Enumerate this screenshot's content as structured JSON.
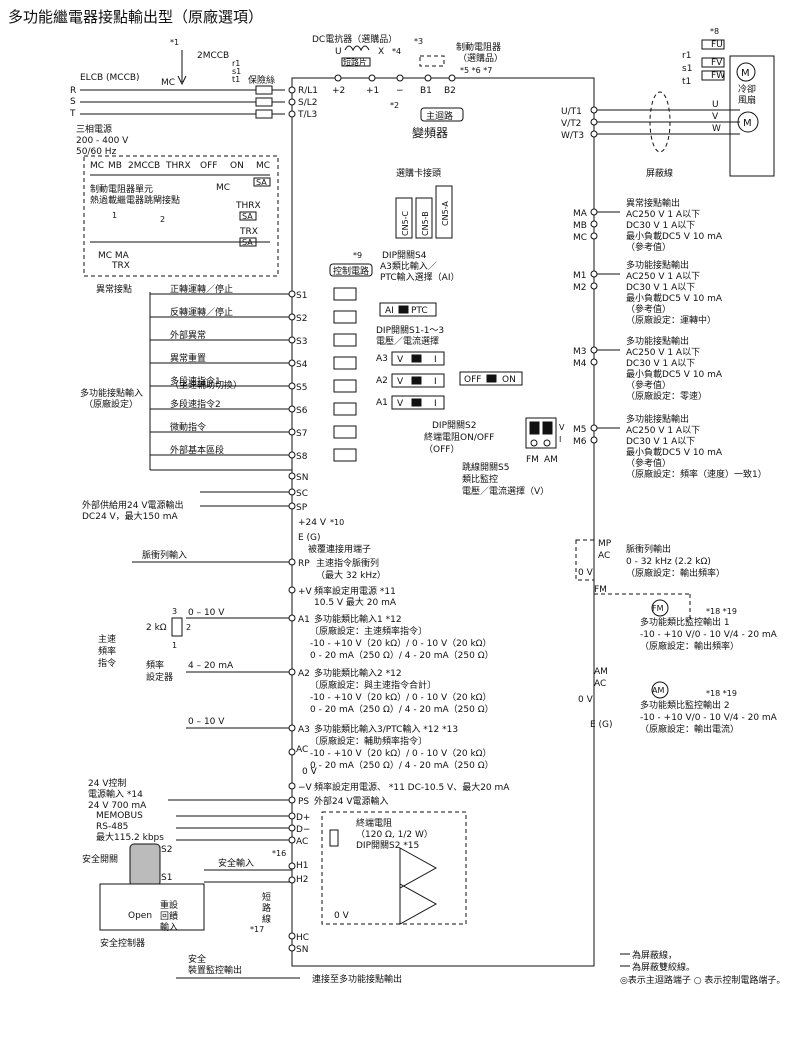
{
  "title": "多功能繼電器接點輸出型（原廠選項）",
  "top": {
    "note_1": "*1",
    "mccb2": "2MCCB",
    "r1": "r1",
    "s1": "s1",
    "t1": "t1",
    "fuse": "保險絲",
    "elcb": "ELCB (MCCB)",
    "mc": "MC",
    "R": "R",
    "S": "S",
    "T": "T",
    "power_1": "三相電源",
    "power_2": "200 - 400 V",
    "power_3": "50/60 Hz",
    "dc_reactor": "DC電抗器（選購品）",
    "U": "U",
    "X": "X",
    "note_4": "*4",
    "note_3": "*3",
    "short_bar": "短路片",
    "brake_resistor_1": "制動電阻器",
    "brake_resistor_2": "（選購品）",
    "notes_567": "*5 *6 *7",
    "rl1": "R/L1",
    "sl2": "S/L2",
    "tl3": "T/L3",
    "plus2": "+2",
    "plus1": "+1",
    "minus": "−",
    "b1": "B1",
    "b2": "B2",
    "note_2": "*2",
    "main_circuit": "主迴路",
    "inverter": "變頻器",
    "note_8": "*8",
    "fu": "FU",
    "fv": "FV",
    "fw": "FW",
    "r1_right": "r1",
    "s1_right": "s1",
    "t1_right": "t1",
    "cooling_fan_1": "冷卻",
    "cooling_fan_2": "風扇",
    "ut1": "U/T1",
    "vt2": "V/T2",
    "wt3": "W/T3",
    "u": "U",
    "v": "V",
    "w": "W",
    "motor": "M",
    "shield_wire": "屏蔽線"
  },
  "relay_box": {
    "labels": [
      "MC",
      "MB",
      "2MCCB",
      "THRX",
      "OFF",
      "ON",
      "MC"
    ],
    "sa": "SA",
    "mc_lower": "MC",
    "brake_unit_1": "制動電阻器單元",
    "brake_unit_2": "熱過載繼電器跳閘接點",
    "thrx": "THRX",
    "trx": "TRX",
    "num_1": "1",
    "num_2": "2",
    "mc_ma": "MC  MA",
    "trx_lower": "TRX",
    "fault_contact": "異常接點"
  },
  "option_card": {
    "header": "選購卡接頭",
    "cards": [
      "CN5-C",
      "CN5-B",
      "CN5-A"
    ]
  },
  "inputs": {
    "note_9": "*9",
    "control_circuit": "控制電路",
    "items": [
      {
        "label": "正轉運轉／停止",
        "term": "S1"
      },
      {
        "label": "反轉運轉／停止",
        "term": "S2"
      },
      {
        "label": "外部異常",
        "term": "S3"
      },
      {
        "label": "異常重置",
        "term": "S4"
      },
      {
        "label": "多段速指令1",
        "term": "S5"
      },
      {
        "label": "多段速指令2",
        "term": "S6"
      },
      {
        "label": "微動指令",
        "term": "S7"
      },
      {
        "label": "外部基本區段",
        "term": "S8"
      }
    ],
    "multi_step_sub": "（主速輔助切換）",
    "group_1": "多功能接點輸入",
    "group_2": "（原廠設定）",
    "sn": "SN",
    "sc": "SC",
    "sp": "SP",
    "ext_24v_1": "外部供給用24 V電源輸出",
    "ext_24v_2": "DC24 V，最大150 mA",
    "plus24v": "+24 V",
    "note_10": "*10"
  },
  "dip_switches": {
    "s4_title": "DIP開關S4",
    "s4_sub_1": "A3類比輸入／",
    "s4_sub_2": "PTC輸入選擇（AI）",
    "ai": "AI",
    "ptc": "PTC",
    "s1_title": "DIP開關S1-1～3",
    "s1_sub": "電壓／電流選擇",
    "a3": "A3",
    "a2": "A2",
    "a1": "A1",
    "v": "V",
    "i": "I",
    "off": "OFF",
    "on": "ON",
    "s2_title": "DIP開關S2",
    "s2_sub": "終端電阻ON/OFF",
    "s2_default": "（OFF）",
    "s5_v": "V",
    "s5_i": "I",
    "fm": "FM",
    "am": "AM",
    "s5_title": "跳線開關S5",
    "s5_sub_1": "類比監控",
    "s5_sub_2": "電壓／電流選擇（V）"
  },
  "outputs": {
    "ma": "MA",
    "mb": "MB",
    "mc": "MC",
    "m1": "M1",
    "m2": "M2",
    "m3": "M3",
    "m4": "M4",
    "m5": "M5",
    "m6": "M6",
    "fault_out": [
      "異常接點輸出",
      "AC250 V 1 A以下",
      "DC30 V 1 A以下",
      "最小負載DC5 V 10 mA",
      "（參考值）"
    ],
    "m12": [
      "多功能接點輸出",
      "AC250 V 1 A以下",
      "DC30 V 1 A以下",
      "最小負載DC5 V 10 mA",
      "（參考值）",
      "（原廠設定：運轉中）"
    ],
    "m34": [
      "多功能接點輸出",
      "AC250 V 1 A以下",
      "DC30 V 1 A以下",
      "最小負載DC5 V 10 mA",
      "（參考值）",
      "（原廠設定：零速）"
    ],
    "m56": [
      "多功能接點輸出",
      "AC250 V 1 A以下",
      "DC30 V 1 A以下",
      "最小負載DC5 V 10 mA",
      "（參考值）",
      "（原廠設定：頻率（速度）一致1）"
    ],
    "mp": "MP",
    "ac": "AC",
    "zero_v": "0 V",
    "pulse_out": [
      "脈衝列輸出",
      "0 - 32 kHz (2.2 kΩ)",
      "（原廠設定：輸出頻率）"
    ],
    "fm": "FM",
    "am": "AM",
    "fm_meter": "FM",
    "am_meter": "AM",
    "notes_1819": "*18 *19",
    "monitor1": [
      "多功能類比監控輸出 1",
      "-10 - +10 V/0 - 10 V/4 - 20 mA",
      "（原廠設定：輸出頻率）"
    ],
    "monitor2": [
      "多功能類比監控輸出 2",
      "-10 - +10 V/0 - 10 V/4 - 20 mA",
      "（原廠設定：輸出電流）"
    ],
    "eg": "E (G)"
  },
  "analog": {
    "eg": "E (G)",
    "shield_term": "被覆連接用端子",
    "pulse_input": "脈衝列輸入",
    "rp": "RP",
    "rp_desc_1": "主速指令脈衝列",
    "rp_desc_2": "（最大 32 kHz）",
    "plus_v": "+V",
    "plus_v_desc_1": "頻率設定用電源  *11",
    "plus_v_desc_2": "10.5 V 最大 20 mA",
    "pot_3": "3",
    "pot_2": "2",
    "pot_1": "1",
    "pot": "2 kΩ",
    "range_1": "0 – 10 V",
    "a1": "A1",
    "a1_desc": [
      "多功能類比輸入1  *12",
      "〔原廠設定：主速頻率指令〕",
      "-10 - +10 V（20 kΩ）/ 0 - 10 V（20 kΩ）",
      "0 - 20 mA（250 Ω）/ 4 - 20 mA（250 Ω）"
    ],
    "main_freq": [
      "主速",
      "頻率",
      "指令"
    ],
    "freq_setter": [
      "頻率",
      "設定器"
    ],
    "range_2": "4 – 20 mA",
    "a2": "A2",
    "a2_desc": [
      "多功能類比輸入2  *12",
      "〔原廠設定：與主速指令合計〕",
      "-10 - +10 V（20 kΩ）/ 0 - 10 V（20 kΩ）",
      "0 - 20 mA（250 Ω）/ 4 - 20 mA（250 Ω）"
    ],
    "range_3": "0 – 10 V",
    "a3": "A3",
    "a3_desc": [
      "多功能類比輸入3/PTC輸入  *12 *13",
      "〔原廠設定：輔助頻率指令〕",
      "-10 - +10 V（20 kΩ）/ 0 - 10 V（20 kΩ）",
      "0 - 20 mA（250 Ω）/ 4 - 20 mA（250 Ω）"
    ],
    "ac": "AC",
    "zero_v": "0 V",
    "minus_v": "−V",
    "minus_v_desc": "頻率設定用電源、  *11   DC-10.5 V、最大20 mA",
    "ctrl24_1": "24 V控制",
    "ctrl24_2": "電源輸入  *14",
    "ctrl24_3": "24 V 700 mA",
    "ps": "PS",
    "ps_desc": "外部24 V電源輸入"
  },
  "comm": {
    "memobus_1": "MEMOBUS",
    "memobus_2": "RS-485",
    "memobus_3": "最大115.2 kbps",
    "dplus": "D+",
    "dminus": "D−",
    "ac": "AC",
    "term_res_1": "終端電阻",
    "term_res_2": "（120 Ω, 1/2 W）",
    "term_res_3": "DIP開關S2  *15",
    "zero_v": "0 V"
  },
  "safety": {
    "safety_switch": "安全開關",
    "s2": "S2",
    "s1": "S1",
    "open": "Open",
    "reset_1": "重設",
    "reset_2": "回饋",
    "reset_3": "輸入",
    "controller": "安全控制器",
    "note_16": "*16",
    "safety_input": "安全輸入",
    "h1": "H1",
    "h2": "H2",
    "hc": "HC",
    "sn": "SN",
    "short_1": "短",
    "short_2": "路",
    "short_3": "線",
    "note_17": "*17",
    "monitor_1": "安全",
    "monitor_2": "裝置監控輸出",
    "to_mfo": "連接至多功能接點輸出"
  },
  "legend": {
    "shield": "為屏蔽線，",
    "twisted": "為屏蔽雙絞線。",
    "terminals": "◎表示主迴路端子  ○ 表示控制電路端子。"
  }
}
